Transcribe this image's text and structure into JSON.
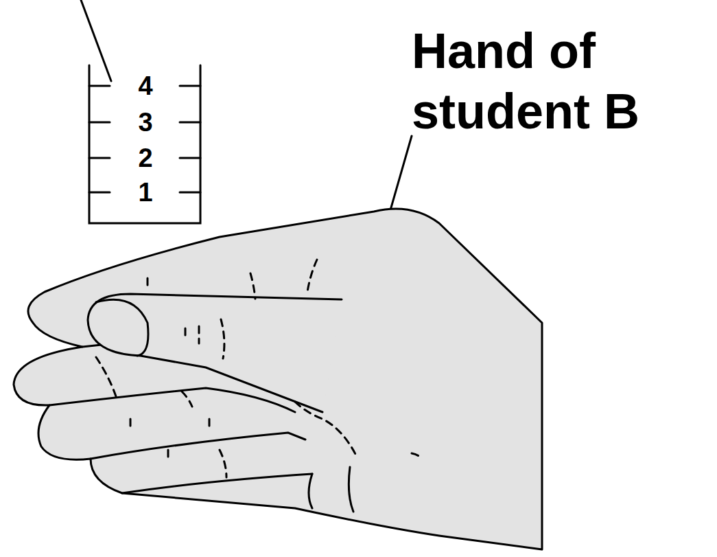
{
  "diagram": {
    "labels": [
      "4",
      "3",
      "2",
      "1",
      "Hand of student B"
    ]
  }
}
